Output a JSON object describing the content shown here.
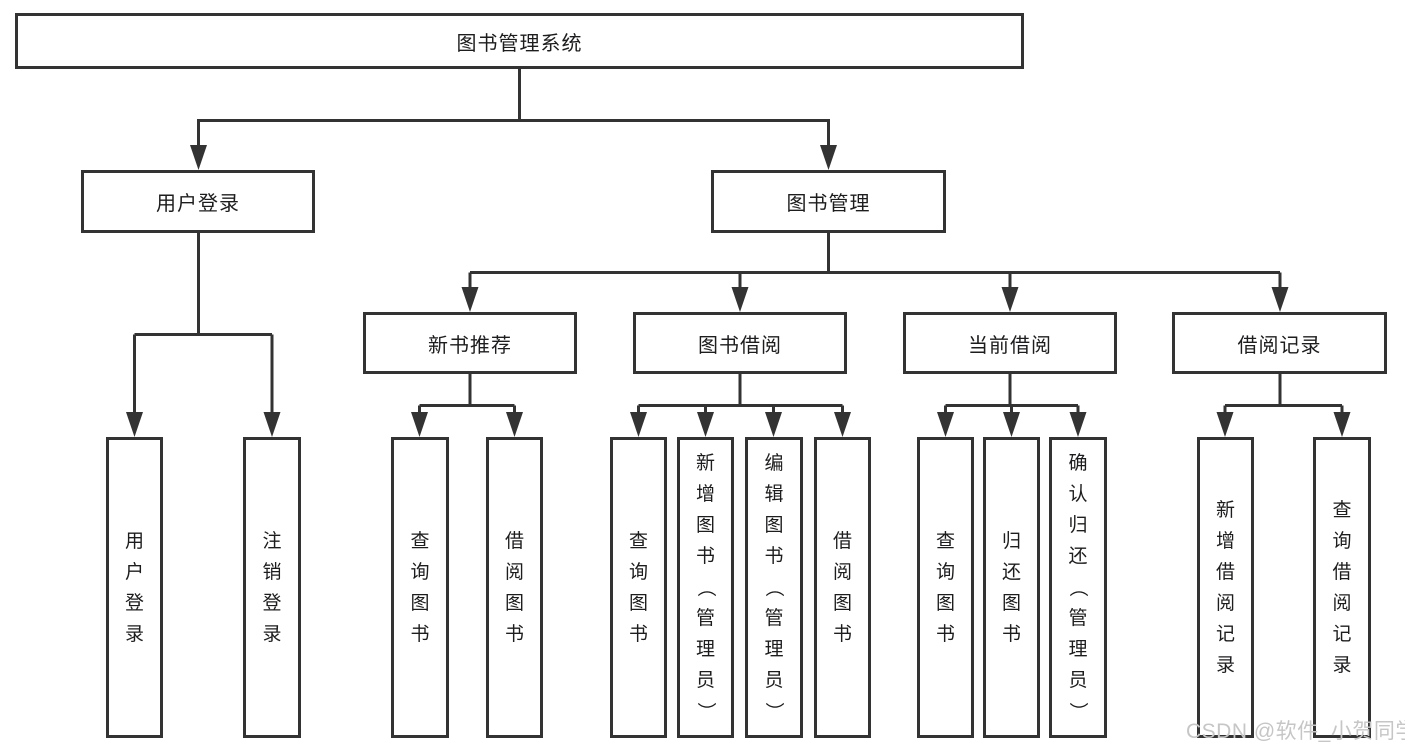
{
  "diagram": {
    "root": {
      "label": "图书管理系统",
      "children": [
        {
          "label": "用户登录",
          "children": [
            {
              "label": "用户登录"
            },
            {
              "label": "注销登录"
            }
          ]
        },
        {
          "label": "图书管理",
          "children": [
            {
              "label": "新书推荐",
              "children": [
                {
                  "label": "查询图书"
                },
                {
                  "label": "借阅图书"
                }
              ]
            },
            {
              "label": "图书借阅",
              "children": [
                {
                  "label": "查询图书"
                },
                {
                  "label": "新增图书（管理员）"
                },
                {
                  "label": "编辑图书（管理员）"
                },
                {
                  "label": "借阅图书"
                }
              ]
            },
            {
              "label": "当前借阅",
              "children": [
                {
                  "label": "查询图书"
                },
                {
                  "label": "归还图书"
                },
                {
                  "label": "确认归还（管理员）"
                }
              ]
            },
            {
              "label": "借阅记录",
              "children": [
                {
                  "label": "新增借阅记录"
                },
                {
                  "label": "查询借阅记录"
                }
              ]
            }
          ]
        }
      ]
    }
  },
  "watermark": {
    "text": "CSDN @软件_小贺同学"
  },
  "colors": {
    "line": "#333333",
    "text": "#1d1d1f",
    "background": "#ffffff",
    "watermark": "#c6c6c6"
  }
}
